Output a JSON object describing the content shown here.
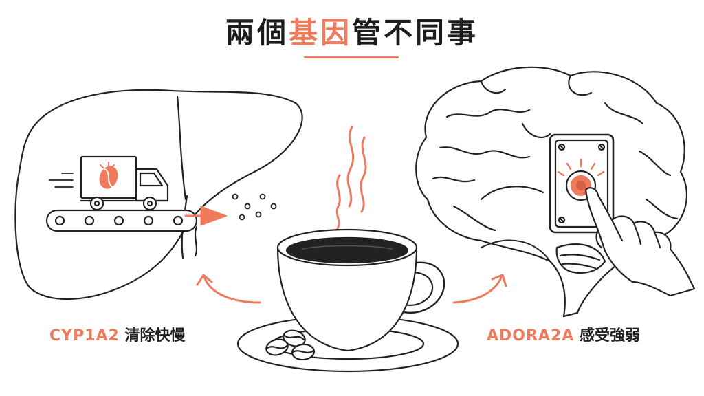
{
  "title": {
    "part1": "兩個",
    "highlight": "基因",
    "part2": "管不同事"
  },
  "left_label": {
    "gene": "CYP1A2",
    "text": "清除快慢"
  },
  "right_label": {
    "gene": "ADORA2A",
    "text": "感受強弱"
  },
  "colors": {
    "accent": "#ef7a5c",
    "ink": "#222222"
  },
  "icons": [
    "liver-icon",
    "truck-icon",
    "conveyor-belt-icon",
    "coffee-cup-icon",
    "coffee-beans-icon",
    "steam-icon",
    "brain-icon",
    "button-panel-icon",
    "pointing-hand-icon",
    "curved-arrow-icon"
  ]
}
